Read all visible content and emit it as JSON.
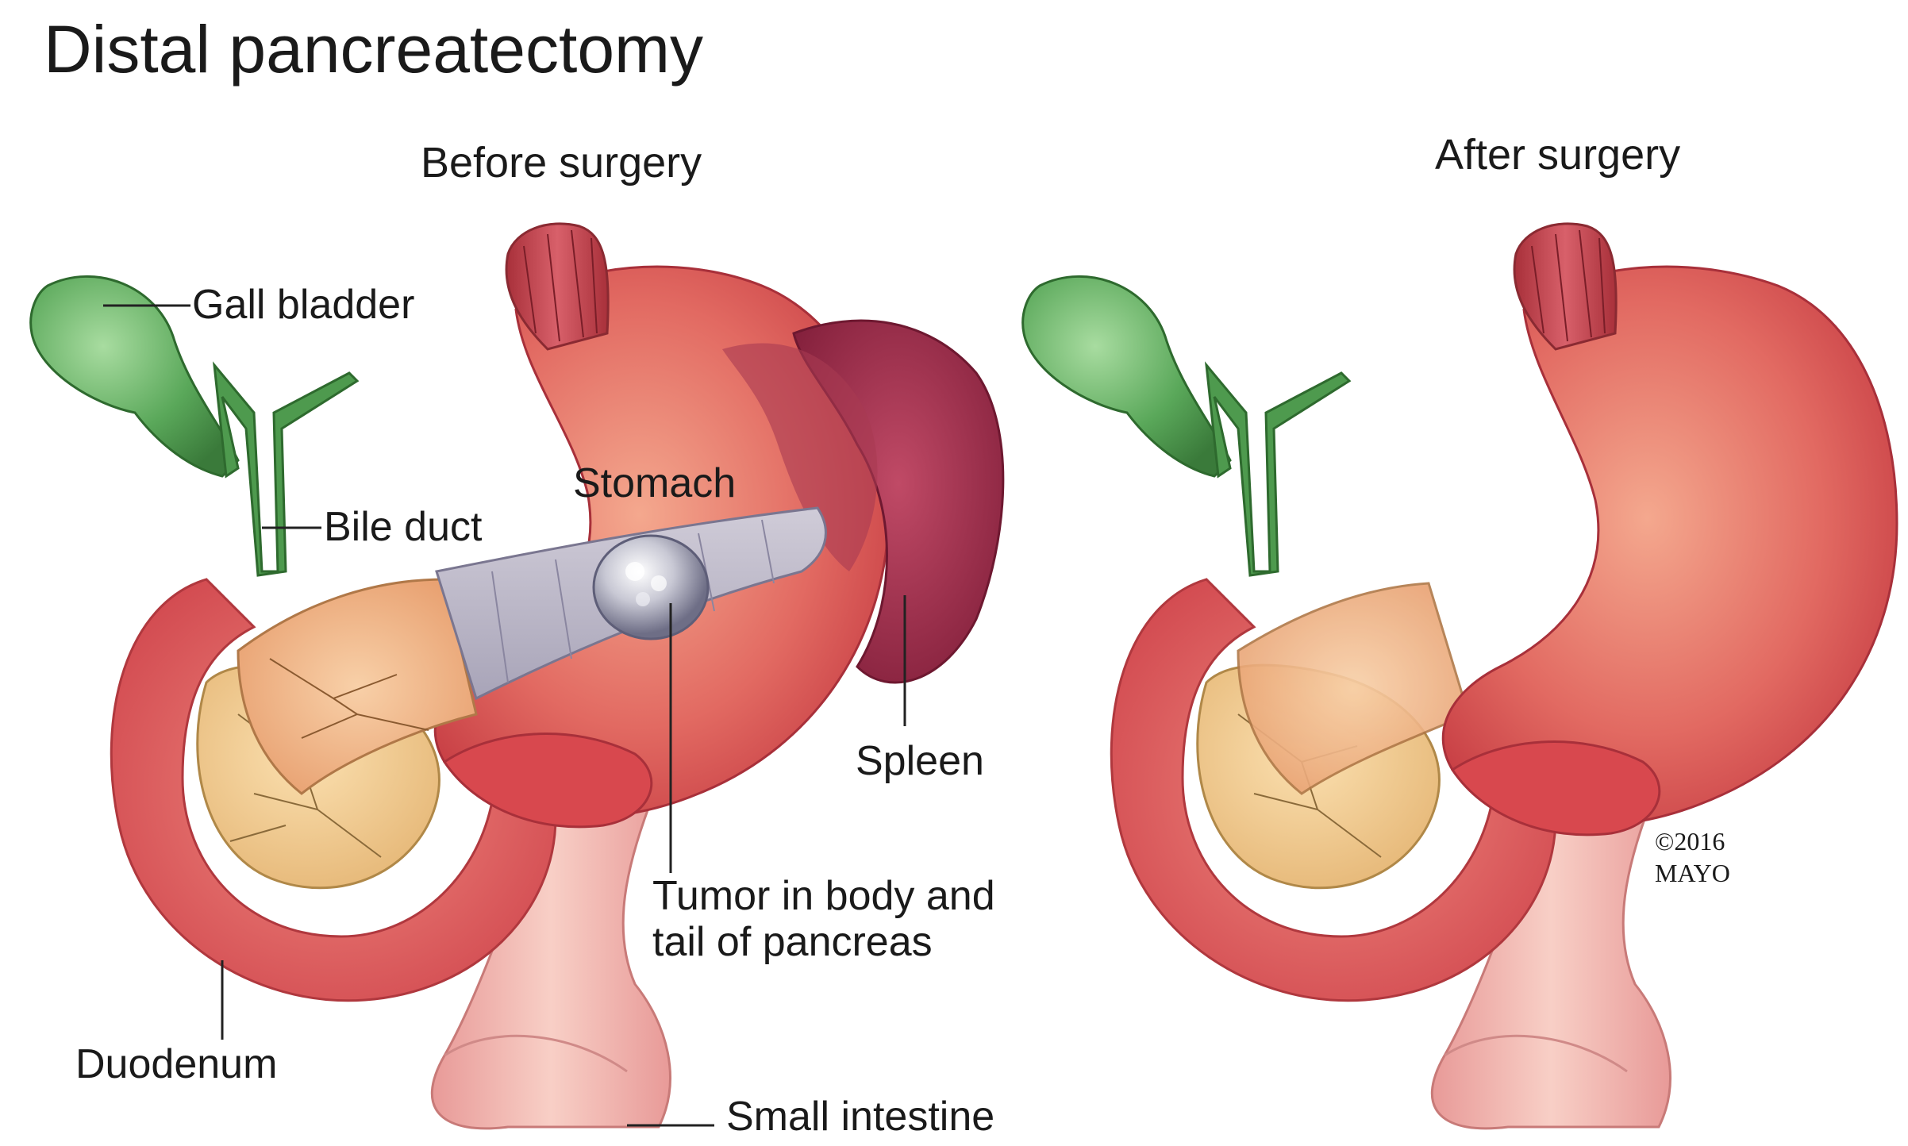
{
  "title": "Distal pancreatectomy",
  "panels": {
    "before": {
      "label": "Before surgery"
    },
    "after": {
      "label": "After surgery"
    }
  },
  "labels": {
    "gall_bladder": "Gall bladder",
    "bile_duct": "Bile duct",
    "stomach": "Stomach",
    "spleen": "Spleen",
    "tumor": "Tumor in body and\ntail of pancreas",
    "duodenum": "Duodenum",
    "small_intestine": "Small intestine"
  },
  "copyright": "©2016\nMAYO",
  "colors": {
    "stomach": "#d8484e",
    "stomach_highlight": "#f0a08a",
    "gallbladder": "#5aa85a",
    "bile_duct": "#4e9a4e",
    "pancreas": "#f0b888",
    "tumor_region": "#b8b4c8",
    "tumor": "#8a8aa0",
    "spleen": "#9e2a45",
    "intestine": "#f2b8b0",
    "duodenum": "#e06060"
  }
}
